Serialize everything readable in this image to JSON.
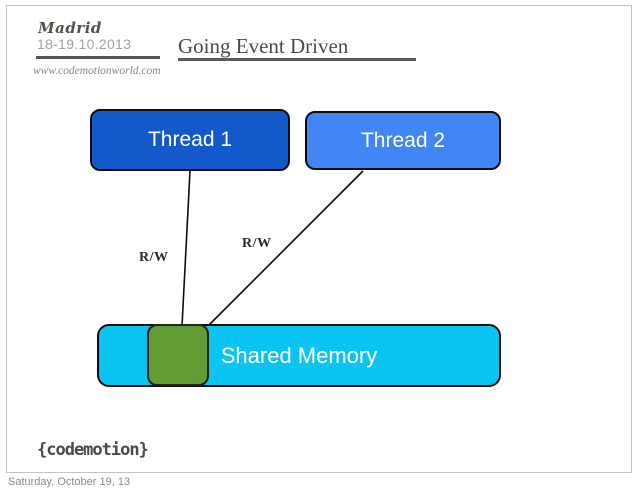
{
  "header": {
    "logo": {
      "city": "Madrid",
      "dates": "18-19.10.2013",
      "url": "www.codemotionworld.com"
    },
    "title": "Going Event Driven"
  },
  "diagram": {
    "thread1": {
      "label": "Thread 1",
      "fill": "#1459ca"
    },
    "thread2": {
      "label": "Thread 2",
      "fill": "#4285f4"
    },
    "shared_memory": {
      "label": "Shared Memory",
      "fill": "#0bc4f3"
    },
    "memory_cell": {
      "fill": "#639b35"
    },
    "edges": [
      {
        "from": "thread1",
        "to": "memory_cell",
        "label": "R/W"
      },
      {
        "from": "thread2",
        "to": "memory_cell",
        "label": "R/W"
      }
    ],
    "edge_color": "#0d0d0d"
  },
  "footer": {
    "logo_text": "{codemotion}",
    "date_note": "Saturday, October 19, 13"
  }
}
